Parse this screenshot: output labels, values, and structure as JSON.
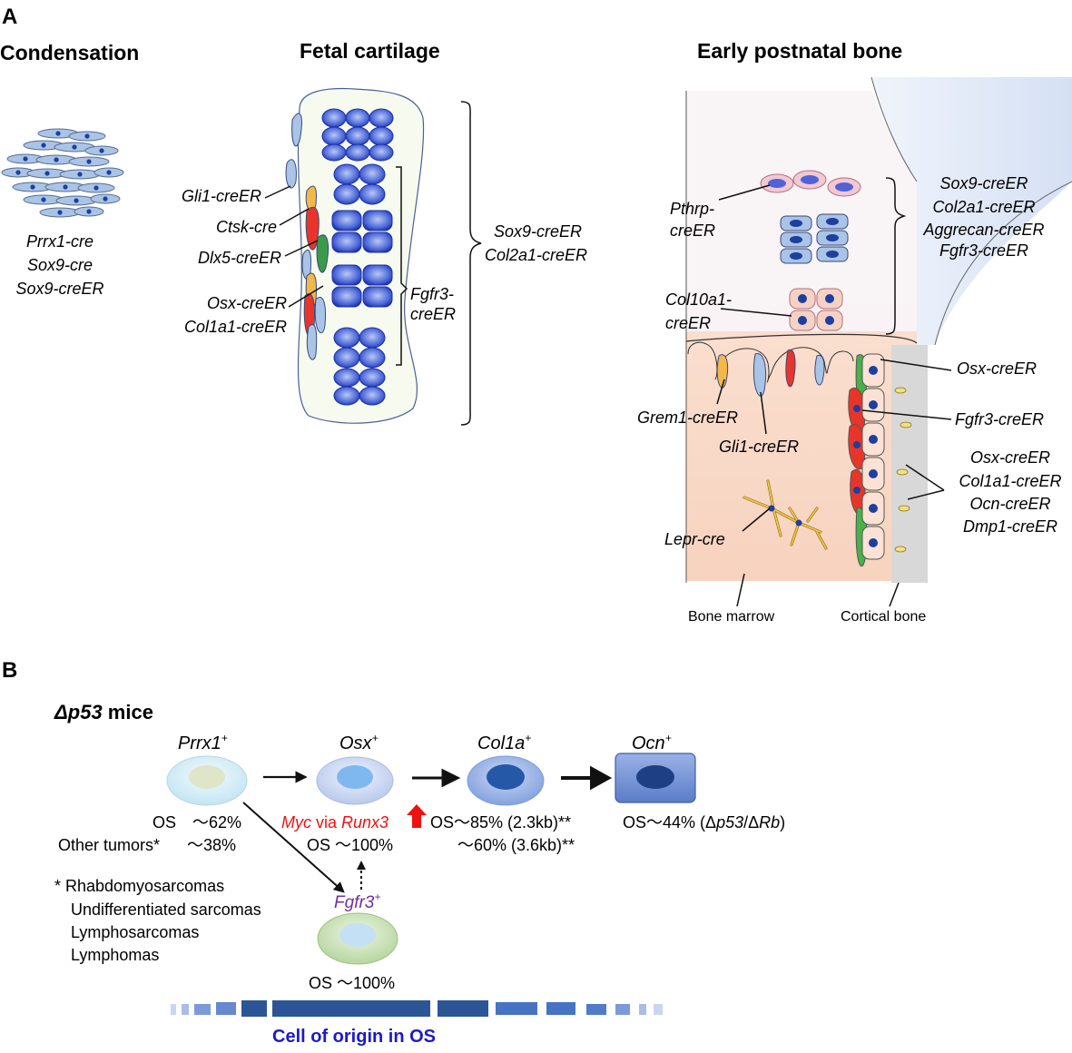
{
  "panel_a": {
    "letter": "A",
    "sections": {
      "condensation": "Condensation",
      "fetal_cartilage": "Fetal cartilage",
      "early_postnatal_bone": "Early postnatal bone"
    },
    "condensation_labels": [
      "Prrx1-cre",
      "Sox9-cre",
      "Sox9-creER"
    ],
    "fetal_left_labels": {
      "gli1": "Gli1-creER",
      "ctsk": "Ctsk-cre",
      "dlx5": "Dlx5-creER",
      "osx": "Osx-creER",
      "col1a1": "Col1a1-creER"
    },
    "fetal_fgfr3": [
      "Fgfr3-",
      "creER"
    ],
    "fetal_sox9": [
      "Sox9-creER",
      "Col2a1-creER"
    ],
    "postnatal_labels": {
      "pthrp": [
        "Pthrp-",
        "creER"
      ],
      "col10a1": [
        "Col10a1-",
        "creER"
      ],
      "growth_plate": [
        "Sox9-creER",
        "Col2a1-creER",
        "Aggrecan-creER",
        "Fgfr3-creER"
      ],
      "osx_top": "Osx-creER",
      "fgfr3": "Fgfr3-creER",
      "osteo": [
        "Osx-creER",
        "Col1a1-creER",
        "Ocn-creER",
        "Dmp1-creER"
      ],
      "grem1": "Grem1-creER",
      "gli1": "Gli1-creER",
      "lepr": "Lepr-cre",
      "bone_marrow": "Bone marrow",
      "cortical_bone": "Cortical bone"
    }
  },
  "panel_b": {
    "letter": "B",
    "title_italic": "Δp53",
    "title_rest": " mice",
    "stages": [
      {
        "name": "Prrx1",
        "sup": "+"
      },
      {
        "name": "Osx",
        "sup": "+"
      },
      {
        "name": "Col1a",
        "sup": "+"
      },
      {
        "name": "Ocn",
        "sup": "+"
      },
      {
        "name": "Fgfr3",
        "sup": "+"
      }
    ],
    "prrx1_os": "OS　～62%",
    "prrx1_other_a": "Other tumors*",
    "prrx1_other_b": "～38%",
    "myc_a": "Myc",
    "myc_b": " via ",
    "myc_c": "Runx3",
    "osx_os": "OS ～100%",
    "col1a_os1": "OS～85% (2.3kb)**",
    "col1a_os2": "～60% (3.6kb)**",
    "ocn_os_a": "OS～44% (Δ",
    "ocn_os_b": "p53",
    "ocn_os_c": "/Δ",
    "ocn_os_d": "Rb",
    "ocn_os_e": ")",
    "fgfr3_os": "OS ～100%",
    "footnote": [
      "* Rhabdomyosarcomas",
      "Undifferentiated sarcomas",
      "Lymphosarcomas",
      "Lymphomas"
    ],
    "cell_of_origin": "Cell of origin in OS",
    "colors": {
      "arrow_red": "#ee1111",
      "fgfr3_purple": "#7030a0",
      "origin_blue": "#1a1acc",
      "bar_dark": "#2c5597",
      "bar_mid": "#4673c4",
      "bar_light": "#a9bde6"
    }
  }
}
